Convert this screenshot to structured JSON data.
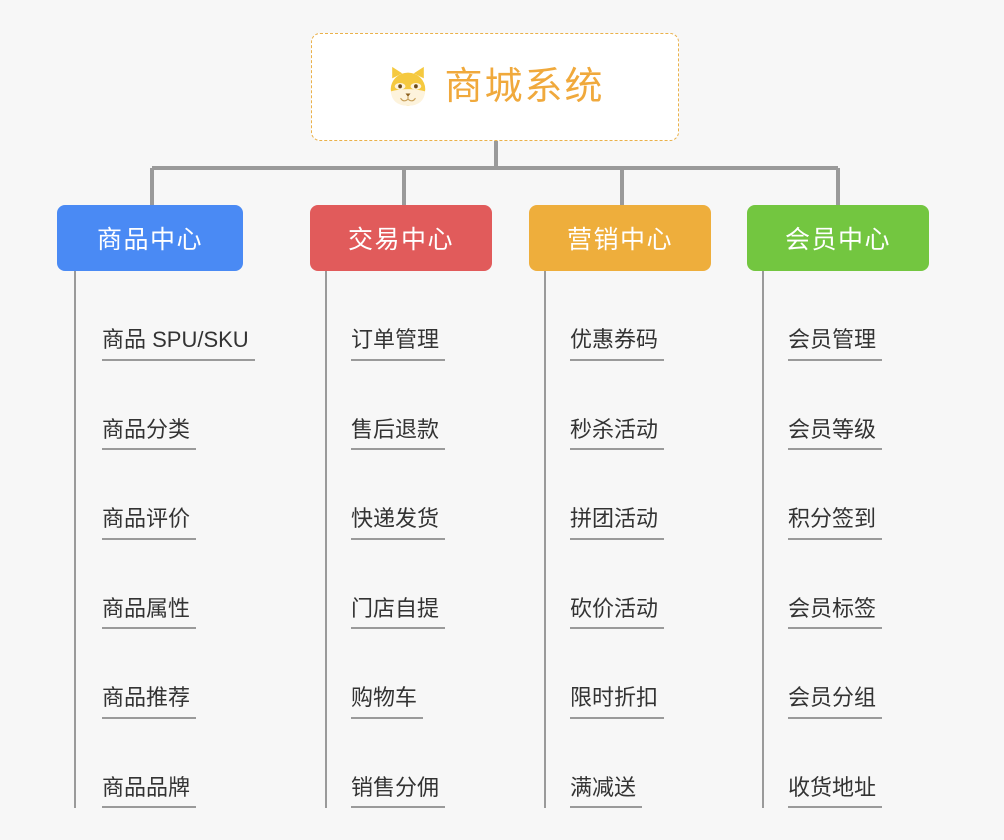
{
  "diagram": {
    "type": "mindmap-tree",
    "background_color": "#f7f7f7",
    "line_color": "#9a9a9a",
    "root": {
      "title": "商城系统",
      "icon": "shiba-dog-icon",
      "text_color": "#f0a93c",
      "border_color": "#eab14a",
      "background_color": "#ffffff"
    },
    "branches": [
      {
        "label": "商品中心",
        "color": "#4a8af4",
        "items": [
          "商品 SPU/SKU",
          "商品分类",
          "商品评价",
          "商品属性",
          "商品推荐",
          "商品品牌"
        ]
      },
      {
        "label": "交易中心",
        "color": "#e15b5b",
        "items": [
          "订单管理",
          "售后退款",
          "快递发货",
          "门店自提",
          "购物车",
          "销售分佣"
        ]
      },
      {
        "label": "营销中心",
        "color": "#eeae3c",
        "items": [
          "优惠券码",
          "秒杀活动",
          "拼团活动",
          "砍价活动",
          "限时折扣",
          "满减送"
        ]
      },
      {
        "label": "会员中心",
        "color": "#73c640",
        "items": [
          "会员管理",
          "会员等级",
          "积分签到",
          "会员标签",
          "会员分组",
          "收货地址"
        ]
      }
    ]
  }
}
